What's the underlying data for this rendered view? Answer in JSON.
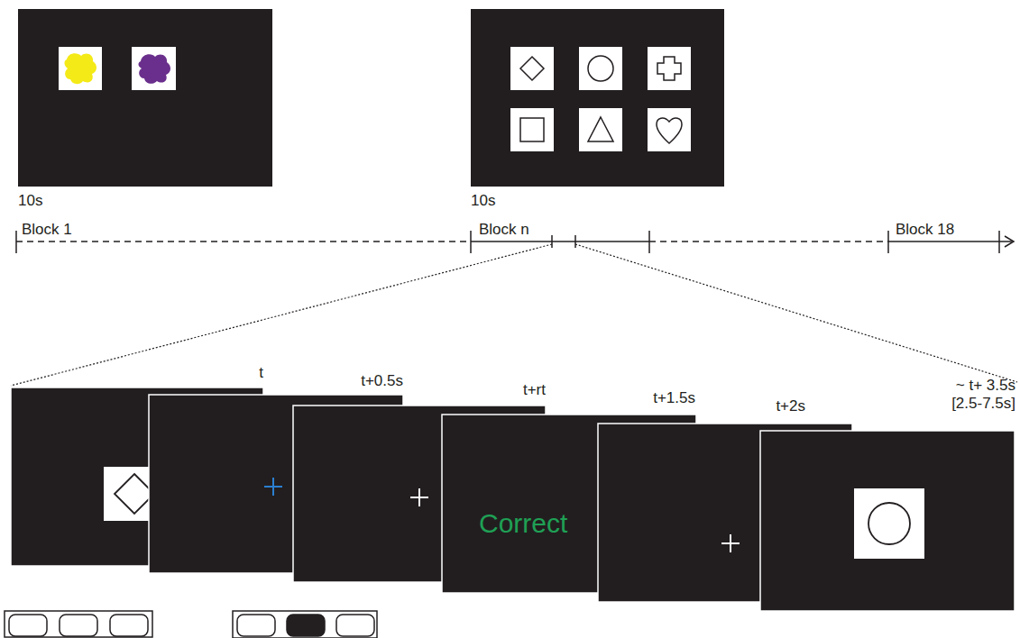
{
  "diagram": {
    "nodes": [
      {
        "text": [
          "Correct"
        ]
      }
    ],
    "labels": [
      "10s",
      "10s",
      "Block 1",
      "Block n",
      "Block 18",
      "t",
      "t+0.5s",
      "t+rt",
      "t+1.5s",
      "t+2s",
      "~ t+ 3.5s",
      "[2.5-7.5s]"
    ]
  }
}
